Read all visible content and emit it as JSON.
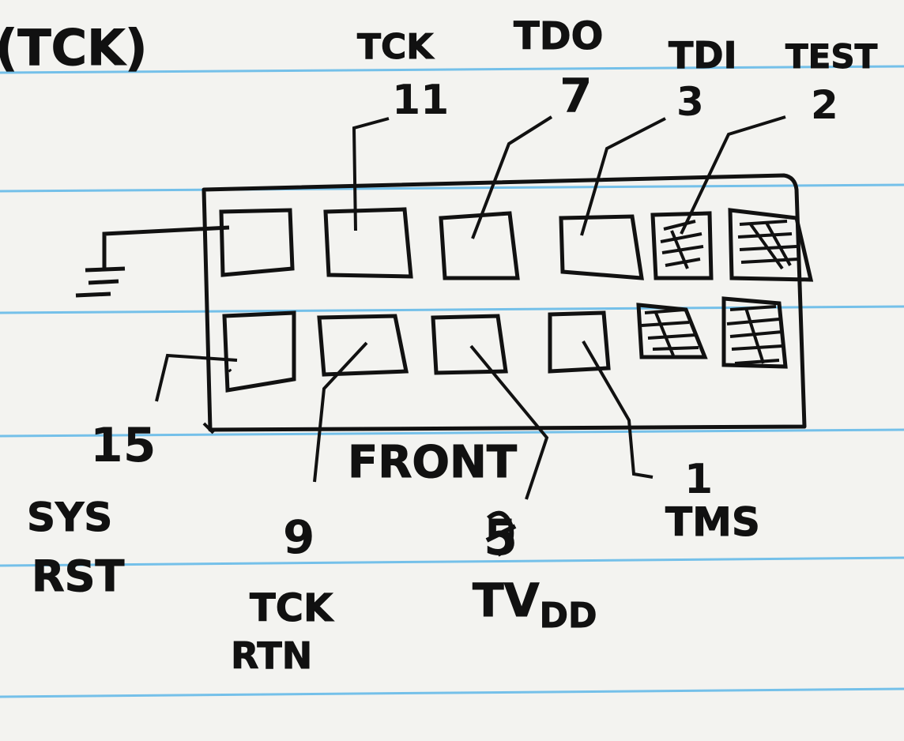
{
  "notes": {
    "header": "(TCK)"
  },
  "connector": {
    "caption": "FRONT",
    "top_pins": [
      {
        "number": "11",
        "signal": "TCK"
      },
      {
        "number": "7",
        "signal": "TDO"
      },
      {
        "number": "3",
        "signal": "TDI"
      },
      {
        "number": "2",
        "signal": "TEST"
      }
    ],
    "bottom_pins": [
      {
        "number": "15",
        "signal": "SYS",
        "signal2": "RST"
      },
      {
        "number": "9",
        "signal": "TCK",
        "signal2": "RTN"
      },
      {
        "number": "5",
        "signal": "TV",
        "sub": "DD"
      },
      {
        "number": "1",
        "signal": "TMS"
      }
    ]
  },
  "colors": {
    "paper": "#f3f3f0",
    "rule_line": "#5fb8e8",
    "ink": "#111111"
  }
}
